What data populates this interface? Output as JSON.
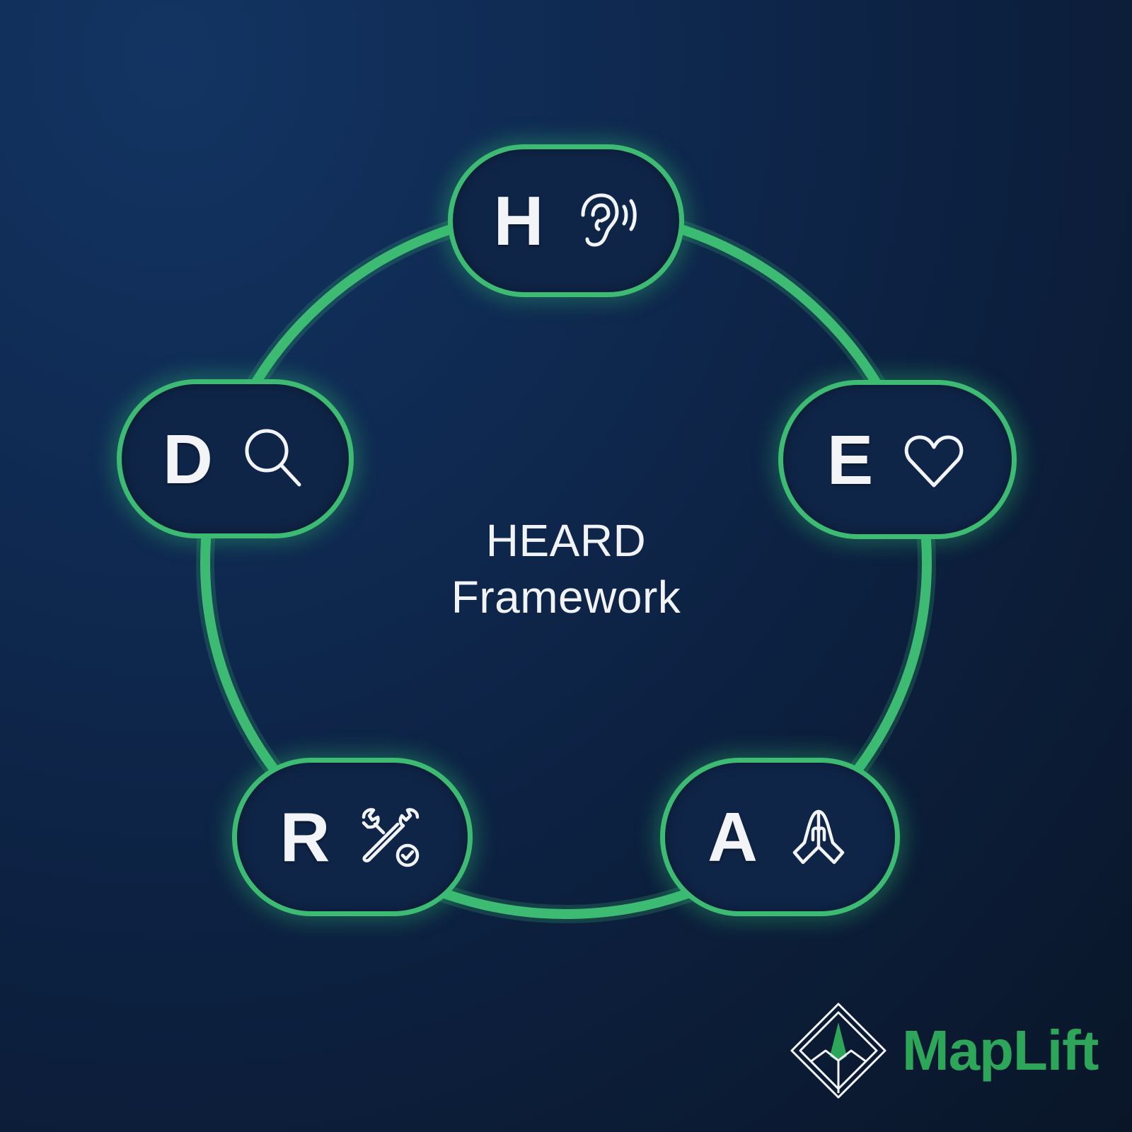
{
  "diagram": {
    "title_line1": "HEARD",
    "title_line2": "Framework",
    "steps": [
      {
        "letter": "H",
        "icon": "ear-icon"
      },
      {
        "letter": "E",
        "icon": "heart-icon"
      },
      {
        "letter": "A",
        "icon": "praying-hands-icon"
      },
      {
        "letter": "R",
        "icon": "wrench-check-icon"
      },
      {
        "letter": "D",
        "icon": "magnifying-glass-icon"
      }
    ]
  },
  "brand": {
    "name": "MapLift",
    "logo_icon": "diamond-peak-icon"
  },
  "colors": {
    "background": "#0f2a52",
    "pill_fill": "#0f2548",
    "accent_green": "#3dbb73",
    "brand_green": "#2ea65a",
    "text": "#f2f4f7"
  }
}
